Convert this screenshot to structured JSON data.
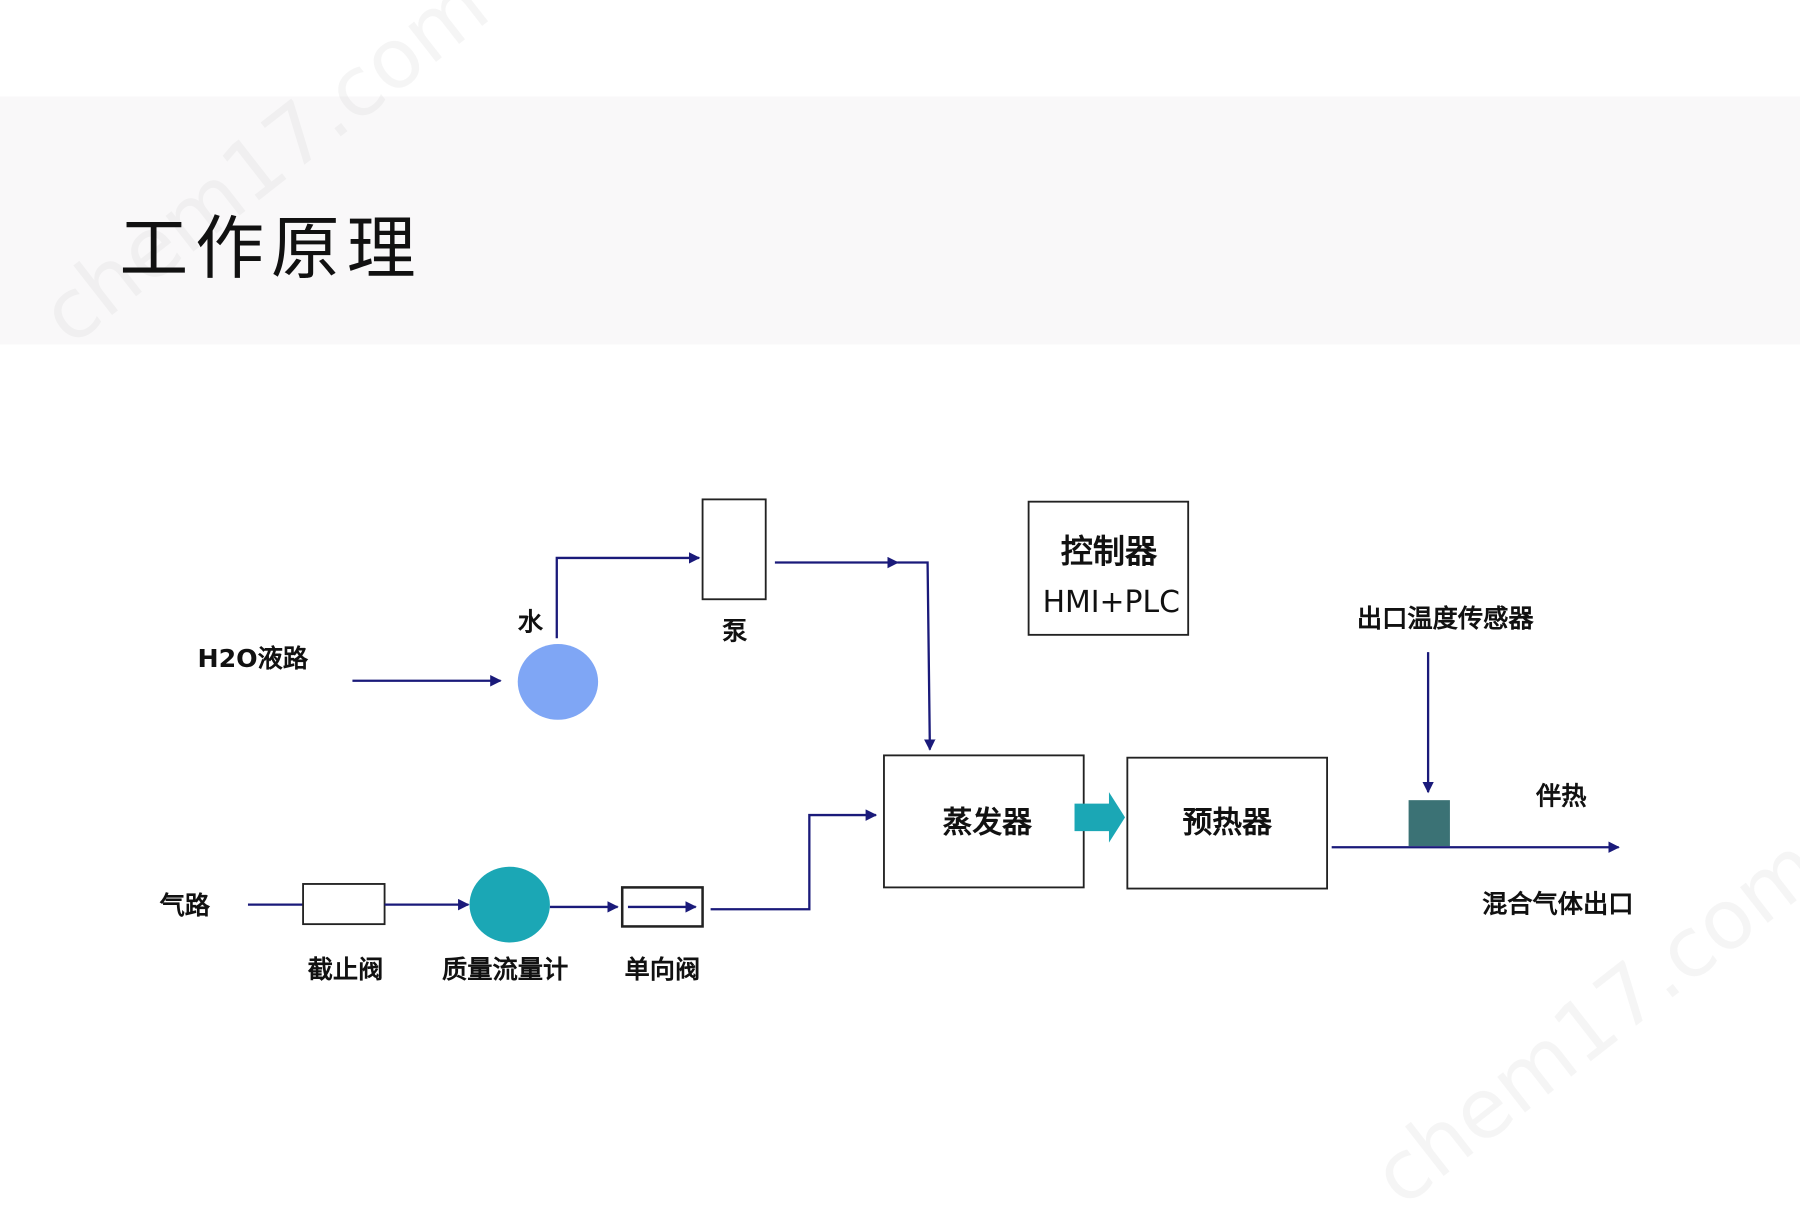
{
  "title": "工作原理",
  "watermark": "chem17.com",
  "labels": {
    "h2o_line": "H2O液路",
    "water": "水",
    "pump": "泵",
    "controller": "控制器",
    "controller_sub": "HMI+PLC",
    "outlet_sensor": "出口温度传感器",
    "heat_tracing": "伴热",
    "mixed_outlet": "混合气体出口",
    "evaporator": "蒸发器",
    "preheater": "预热器",
    "gas_line": "气路",
    "shutoff_valve": "截止阀",
    "mass_flow_meter": "质量流量计",
    "check_valve": "单向阀"
  },
  "colors": {
    "line": "#1a1a7a",
    "water_circle": "#7fa6f5",
    "mfc_circle": "#1ba7b5",
    "heater": "#3b7275",
    "transfer_arrow": "#1ba7b5"
  }
}
